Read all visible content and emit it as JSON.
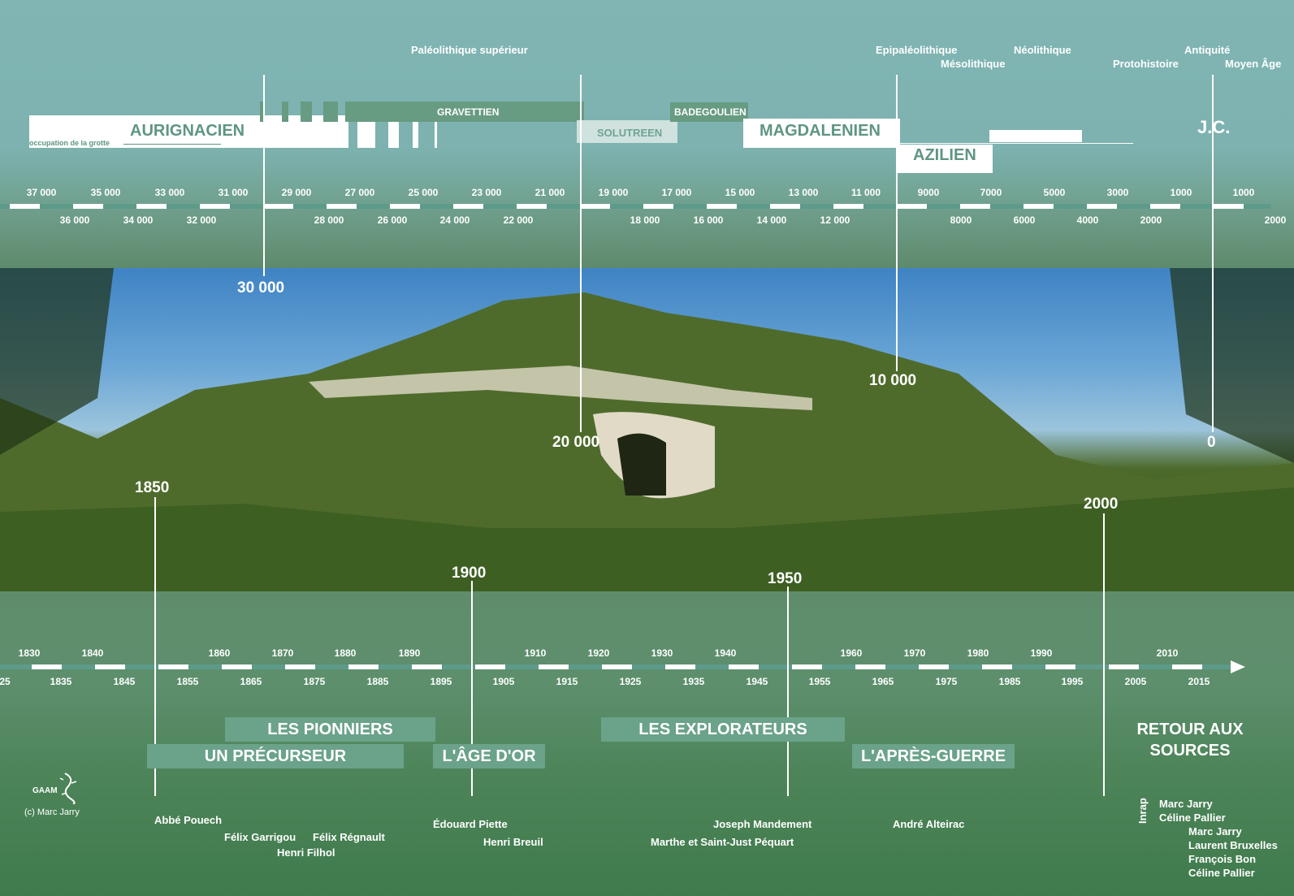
{
  "periods": {
    "paleo_sup": "Paléolithique supérieur",
    "epipaleo": "Epipaléolithique",
    "mesolithique": "Mésolithique",
    "neolithique": "Néolithique",
    "protohistoire": "Protohistoire",
    "antiquite": "Antiquité",
    "moyen_age": "Moyen Âge"
  },
  "cultures": {
    "aurignacien": "AURIGNACIEN",
    "occupation": "occupation de la grotte",
    "gravettien": "GRAVETTIEN",
    "solutreen": "SOLUTREEN",
    "badegoulien": "BADEGOULIEN",
    "magdalenien": "MAGDALENIEN",
    "azilien": "AZILIEN",
    "jc": "J.C."
  },
  "top_ticks_upper": [
    "37 000",
    "35 000",
    "33 000",
    "31 000",
    "29 000",
    "27 000",
    "25 000",
    "23 000",
    "21 000",
    "19 000",
    "17 000",
    "15 000",
    "13 000",
    "11 000",
    "9000",
    "7000",
    "5000",
    "3000",
    "1000",
    "1000"
  ],
  "top_ticks_lower": [
    "36 000",
    "34 000",
    "32 000",
    "28 000",
    "26 000",
    "24 000",
    "22 000",
    "18 000",
    "16 000",
    "14 000",
    "12 000",
    "8000",
    "6000",
    "4000",
    "2000",
    "2000"
  ],
  "markers_top": {
    "m30000": "30 000",
    "m20000": "20 000",
    "m10000": "10 000",
    "m0": "0"
  },
  "markers_bot": {
    "m1850": "1850",
    "m1900": "1900",
    "m1950": "1950",
    "m2000": "2000"
  },
  "bot_ticks_upper": [
    "1830",
    "1840",
    "1860",
    "1870",
    "1880",
    "1890",
    "1910",
    "1920",
    "1930",
    "1940",
    "1960",
    "1970",
    "1980",
    "1990",
    "2010"
  ],
  "bot_ticks_lower": [
    "25",
    "1835",
    "1845",
    "1855",
    "1865",
    "1875",
    "1885",
    "1895",
    "1905",
    "1915",
    "1925",
    "1935",
    "1945",
    "1955",
    "1965",
    "1975",
    "1985",
    "1995",
    "2005",
    "2015"
  ],
  "eras": {
    "pionniers": "LES PIONNIERS",
    "precurseur": "UN PRÉCURSEUR",
    "age_or": "L'ÂGE D'OR",
    "explorateurs": "LES EXPLORATEURS",
    "apres_guerre": "L'APRÈS-GUERRE",
    "retour1": "RETOUR AUX",
    "retour2": "SOURCES"
  },
  "people": {
    "pouech": "Abbé Pouech",
    "garrigou": "Félix Garrigou",
    "regnault": "Félix Régnault",
    "filhol": "Henri Filhol",
    "piette": "Édouard Piette",
    "breuil": "Henri Breuil",
    "mandement": "Joseph Mandement",
    "pequart": "Marthe et Saint-Just Péquart",
    "alteirac": "André Alteirac",
    "jarry1": "Marc Jarry",
    "pallier1": "Céline Pallier",
    "jarry2": "Marc Jarry",
    "bruxelles": "Laurent Bruxelles",
    "bon": "François Bon",
    "pallier2": "Céline Pallier"
  },
  "logo": {
    "name": "GAAM",
    "credit": "(c) Marc Jarry",
    "inrap": "Inrap"
  },
  "colors": {
    "accent_green": "#6ba28a",
    "band_teal": "#7fb3b1",
    "text": "#ffffff"
  }
}
